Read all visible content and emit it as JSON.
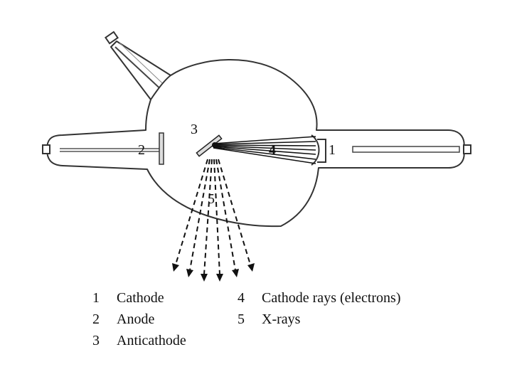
{
  "callouts": {
    "cathode": "1",
    "anode": "2",
    "anticathode": "3",
    "cathode_rays": "4",
    "x_rays": "5"
  },
  "legend": {
    "left": [
      {
        "num": "1",
        "label": "Cathode"
      },
      {
        "num": "2",
        "label": "Anode"
      },
      {
        "num": "3",
        "label": "Anticathode"
      }
    ],
    "right": [
      {
        "num": "4",
        "label": "Cathode rays (electrons)"
      },
      {
        "num": "5",
        "label": "X-rays"
      }
    ]
  }
}
